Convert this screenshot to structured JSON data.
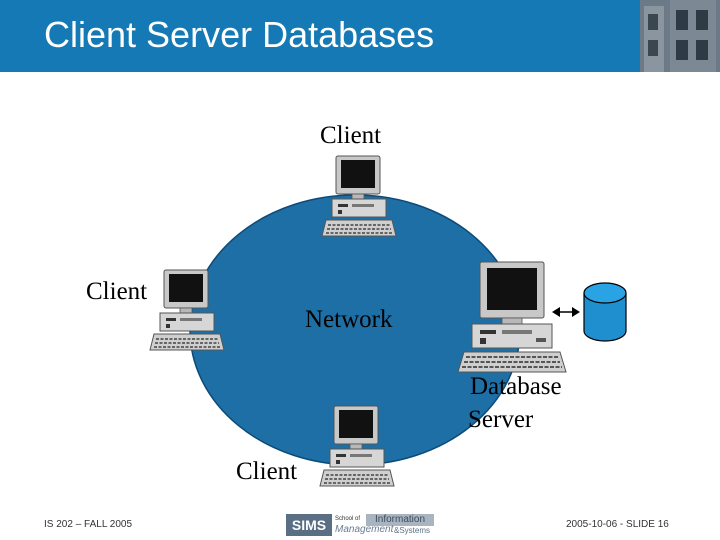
{
  "slide": {
    "title": "Client Server Databases",
    "footer_left": "IS 202 – FALL 2005",
    "footer_right": "2005-10-06 - SLIDE 16"
  },
  "diagram": {
    "network_label": "Network",
    "client_top_label": "Client",
    "client_left_label": "Client",
    "client_bottom_label": "Client",
    "server_label_line1": "Database",
    "server_label_line2": "Server"
  },
  "logo": {
    "sims": "SIMS",
    "school_of": "School of",
    "information": "Information",
    "management": "Management",
    "systems": "&Systems"
  },
  "colors": {
    "header": "#1479b4",
    "network": "#1d6fa5"
  },
  "icons": [
    "client-computer-icon",
    "server-computer-icon",
    "database-cylinder-icon",
    "double-arrow-icon"
  ]
}
